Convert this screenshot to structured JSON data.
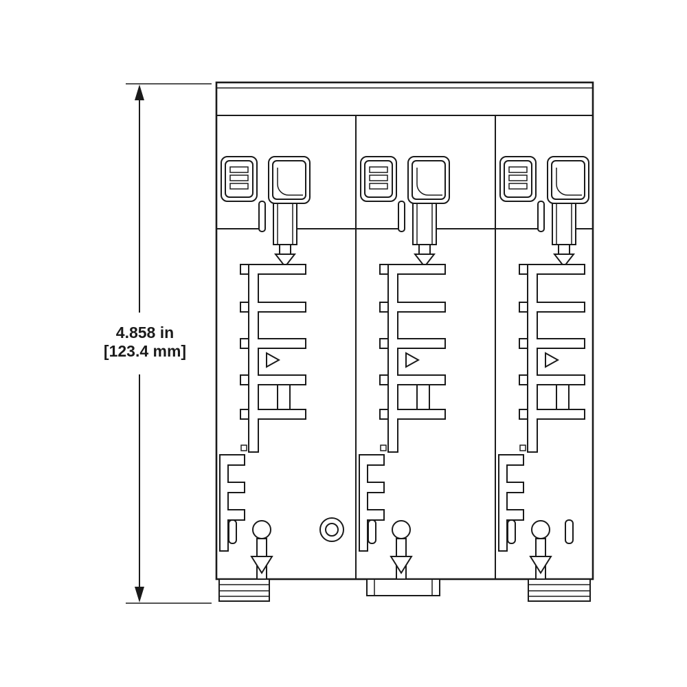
{
  "page": {
    "background": "#ffffff"
  },
  "drawing": {
    "type": "dimensioned-engineering-drawing",
    "subject": "3-pole-terminal-module-side-view",
    "line_color": "#1a1a1a",
    "dimension": {
      "inches": "4.858 in",
      "millimeters": "[123.4 mm]"
    }
  }
}
